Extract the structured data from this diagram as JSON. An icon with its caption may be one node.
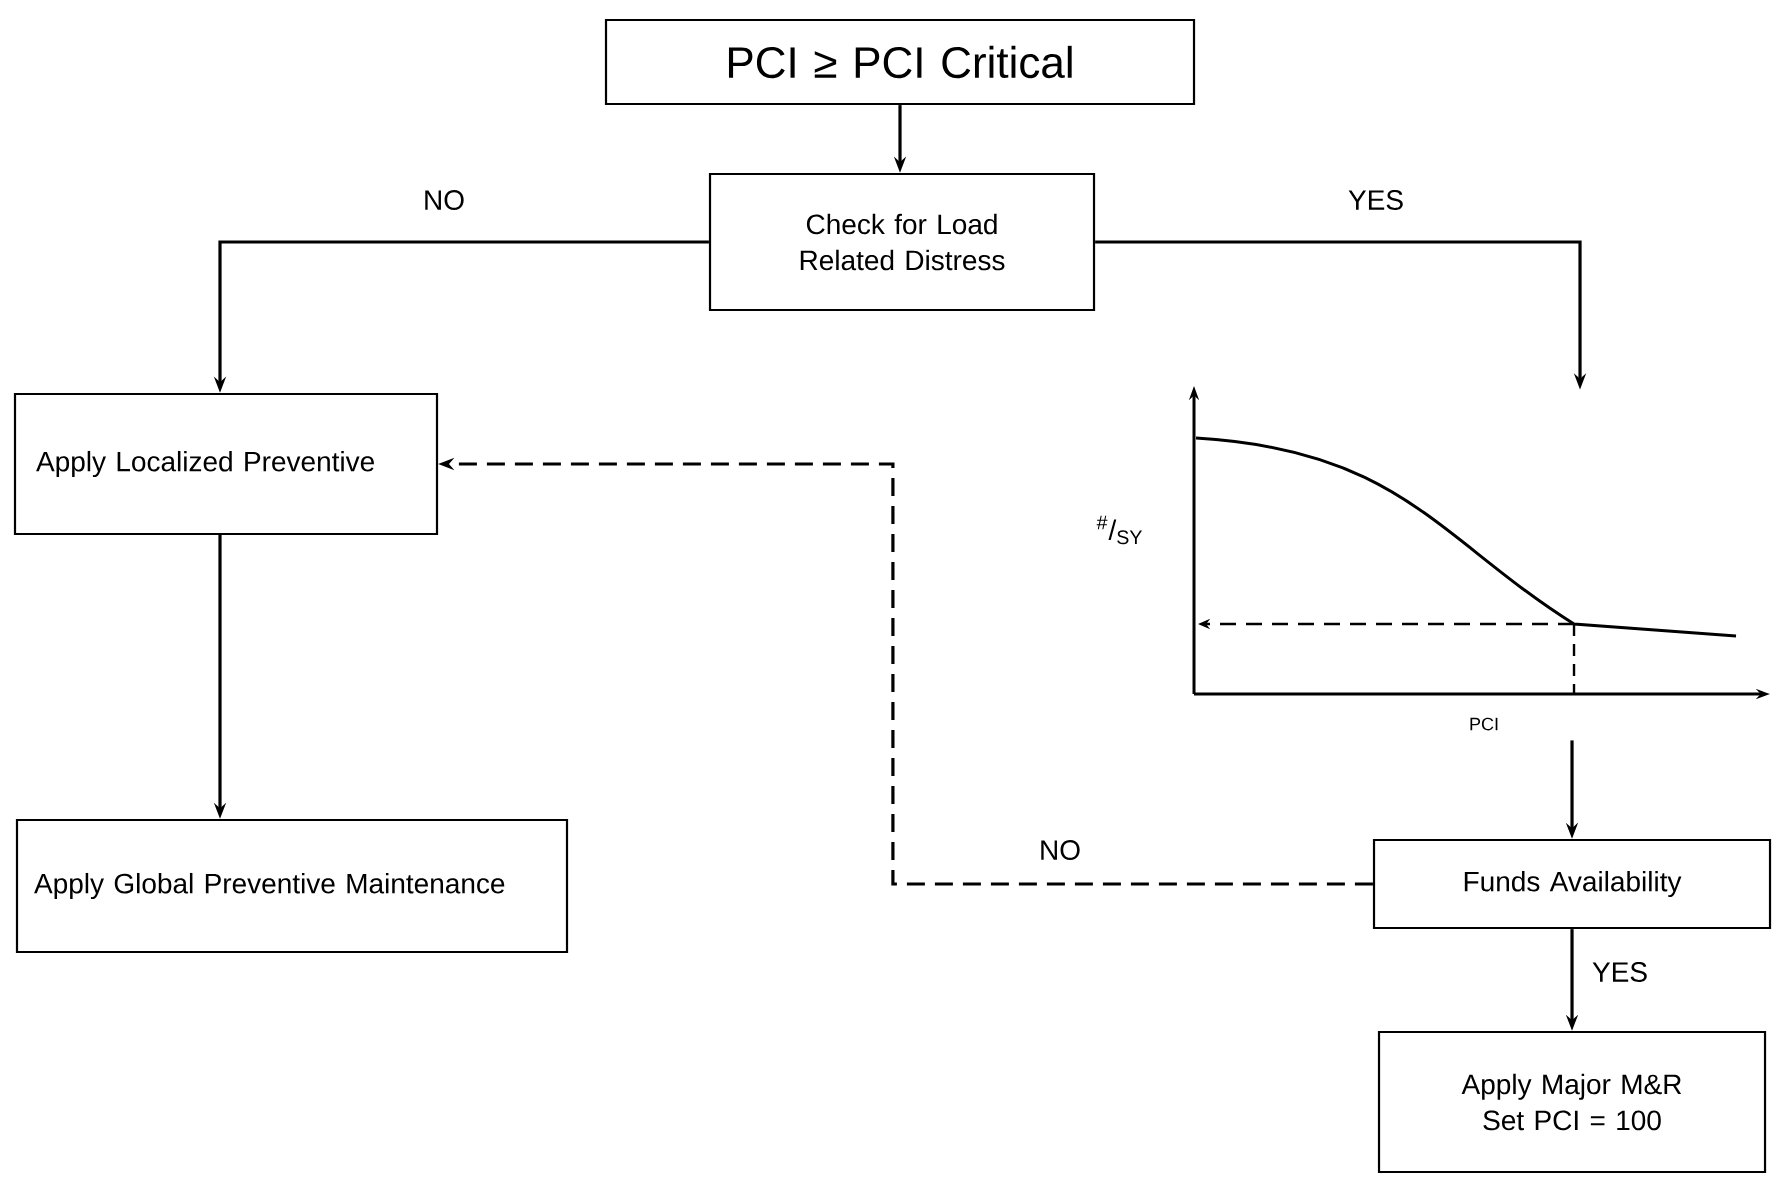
{
  "diagram": {
    "nodes": [
      {
        "text": [
          "PCI ≥ PCI Critical"
        ]
      },
      {
        "text": [
          "Check for Load Related Distress"
        ]
      },
      {
        "text": [
          "Apply Localized Preventive"
        ]
      },
      {
        "text": [
          "Apply Global Preventive Maintenance"
        ]
      },
      {
        "text": [],
        "shape": "picture"
      },
      {
        "text": [
          "Funds Availability"
        ]
      },
      {
        "text": [
          "Apply Major M&R",
          "Set PCI = 100"
        ]
      }
    ],
    "edges": [
      {
        "from": 0,
        "to": 1,
        "arrow": "to"
      },
      {
        "from": 1,
        "to": 2,
        "arrow": "to",
        "label": "NO"
      },
      {
        "from": 1,
        "to": 4,
        "arrow": "to",
        "label": "YES"
      },
      {
        "from": 2,
        "to": 3,
        "arrow": "to"
      },
      {
        "from": 4,
        "to": 5,
        "arrow": "to"
      },
      {
        "from": 5,
        "to": 2,
        "arrow": "to",
        "label": "NO",
        "style": "dashed"
      },
      {
        "from": 5,
        "to": 6,
        "arrow": "to",
        "label": "YES"
      }
    ],
    "labels": [
      "$^{#}$/$_{SY}$",
      "PCI"
    ]
  }
}
